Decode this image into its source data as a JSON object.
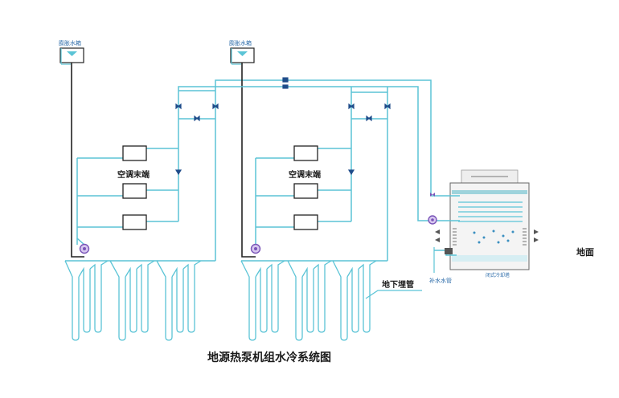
{
  "labels": {
    "expansion_tank_1": "膨胀水箱",
    "expansion_tank_2": "膨胀水箱",
    "terminal_1": "空调末端",
    "terminal_2": "空调末端",
    "ground": "地面",
    "underground_pipe": "地下埋管",
    "makeup_water": "补水水管",
    "cooling_tower": "闭式冷却塔",
    "title": "地源热泵机组水冷系统图"
  },
  "colors": {
    "pipe": "#5bc4d6",
    "black_pipe": "#222222",
    "tank_outline": "#222222",
    "pump": "#7a55b8",
    "valve": "#1f4c8a"
  }
}
